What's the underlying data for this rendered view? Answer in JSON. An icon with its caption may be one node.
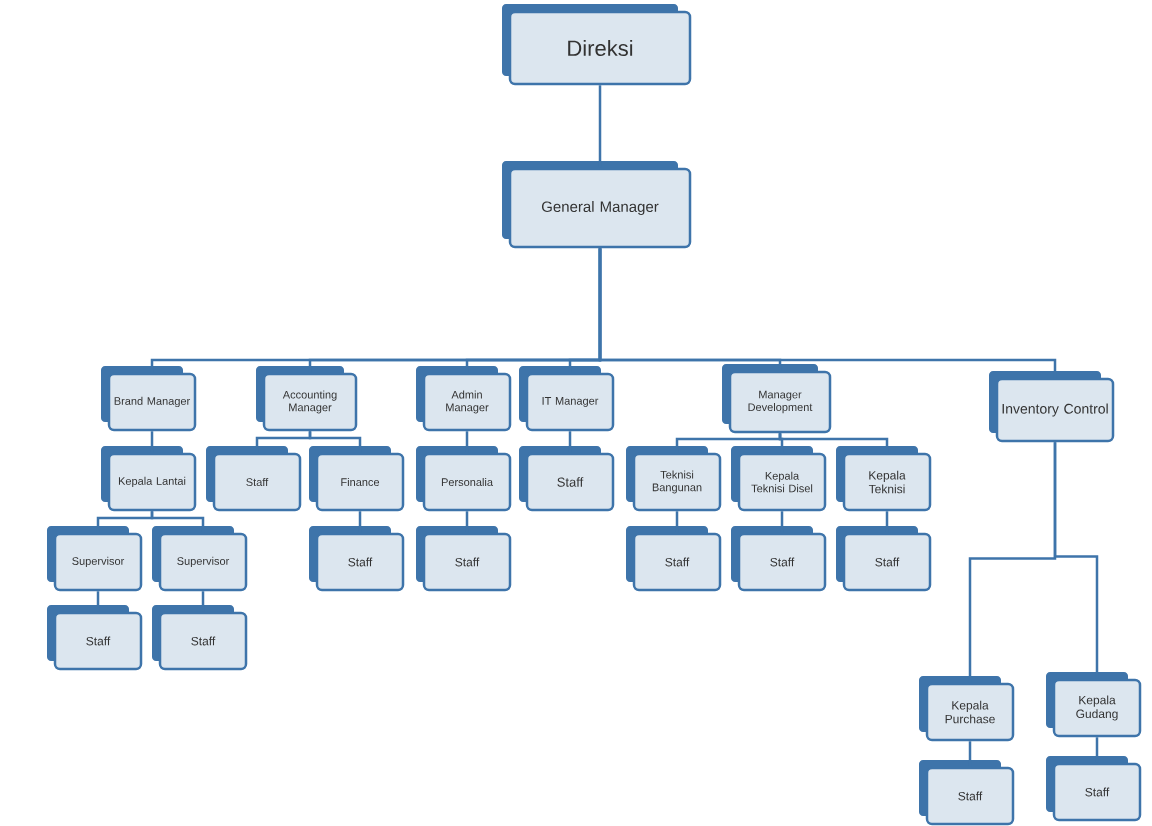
{
  "diagram": {
    "nodes": [
      {
        "text": [
          "Direksi"
        ]
      },
      {
        "text": [
          "General Manager"
        ]
      },
      {
        "text": [
          "Brand Manager"
        ]
      },
      {
        "text": [
          "Accounting Manager"
        ]
      },
      {
        "text": [
          "Admin Manager"
        ]
      },
      {
        "text": [
          "IT Manager"
        ]
      },
      {
        "text": [
          "Manager Development"
        ]
      },
      {
        "text": [
          "Inventory Control"
        ]
      },
      {
        "text": [
          "Kepala Lantai"
        ]
      },
      {
        "text": [
          "Staff"
        ]
      },
      {
        "text": [
          "Finance"
        ]
      },
      {
        "text": [
          "Personalia"
        ]
      },
      {
        "text": [
          "Staff"
        ]
      },
      {
        "text": [
          "Teknisi Bangunan"
        ]
      },
      {
        "text": [
          "Kepala Teknisi Disel"
        ]
      },
      {
        "text": [
          "Kepala Teknisi"
        ]
      },
      {
        "text": [
          "Supervisor"
        ]
      },
      {
        "text": [
          "Supervisor"
        ]
      },
      {
        "text": [
          "Staff"
        ]
      },
      {
        "text": [
          "Staff"
        ]
      },
      {
        "text": [
          "Staff"
        ]
      },
      {
        "text": [
          "Staff"
        ]
      },
      {
        "text": [
          "Staff"
        ]
      },
      {
        "text": [
          "Staff"
        ]
      },
      {
        "text": [
          "Staff"
        ]
      },
      {
        "text": [
          "Kepala Purchase"
        ]
      },
      {
        "text": [
          "Kepala Gudang"
        ]
      },
      {
        "text": [
          "Staff"
        ]
      },
      {
        "text": [
          "Staff"
        ]
      }
    ],
    "edges": [
      {
        "from": 0,
        "to": 1,
        "arrow": "none"
      },
      {
        "from": 1,
        "to": 2,
        "arrow": "none"
      },
      {
        "from": 1,
        "to": 3,
        "arrow": "none"
      },
      {
        "from": 1,
        "to": 4,
        "arrow": "none"
      },
      {
        "from": 1,
        "to": 5,
        "arrow": "none"
      },
      {
        "from": 1,
        "to": 6,
        "arrow": "none"
      },
      {
        "from": 1,
        "to": 7,
        "arrow": "none"
      },
      {
        "from": 2,
        "to": 8,
        "arrow": "none"
      },
      {
        "from": 3,
        "to": 9,
        "arrow": "none"
      },
      {
        "from": 3,
        "to": 10,
        "arrow": "none"
      },
      {
        "from": 4,
        "to": 11,
        "arrow": "none"
      },
      {
        "from": 5,
        "to": 12,
        "arrow": "none"
      },
      {
        "from": 6,
        "to": 13,
        "arrow": "none"
      },
      {
        "from": 6,
        "to": 14,
        "arrow": "none"
      },
      {
        "from": 6,
        "to": 15,
        "arrow": "none"
      },
      {
        "from": 8,
        "to": 16,
        "arrow": "none"
      },
      {
        "from": 8,
        "to": 17,
        "arrow": "none"
      },
      {
        "from": 10,
        "to": 18,
        "arrow": "none"
      },
      {
        "from": 11,
        "to": 19,
        "arrow": "none"
      },
      {
        "from": 13,
        "to": 20,
        "arrow": "none"
      },
      {
        "from": 14,
        "to": 21,
        "arrow": "none"
      },
      {
        "from": 15,
        "to": 22,
        "arrow": "none"
      },
      {
        "from": 16,
        "to": 23,
        "arrow": "none"
      },
      {
        "from": 17,
        "to": 24,
        "arrow": "none"
      },
      {
        "from": 7,
        "to": 25,
        "arrow": "none"
      },
      {
        "from": 7,
        "to": 26,
        "arrow": "none"
      },
      {
        "from": 25,
        "to": 27,
        "arrow": "none"
      },
      {
        "from": 26,
        "to": 28,
        "arrow": "none"
      }
    ]
  }
}
